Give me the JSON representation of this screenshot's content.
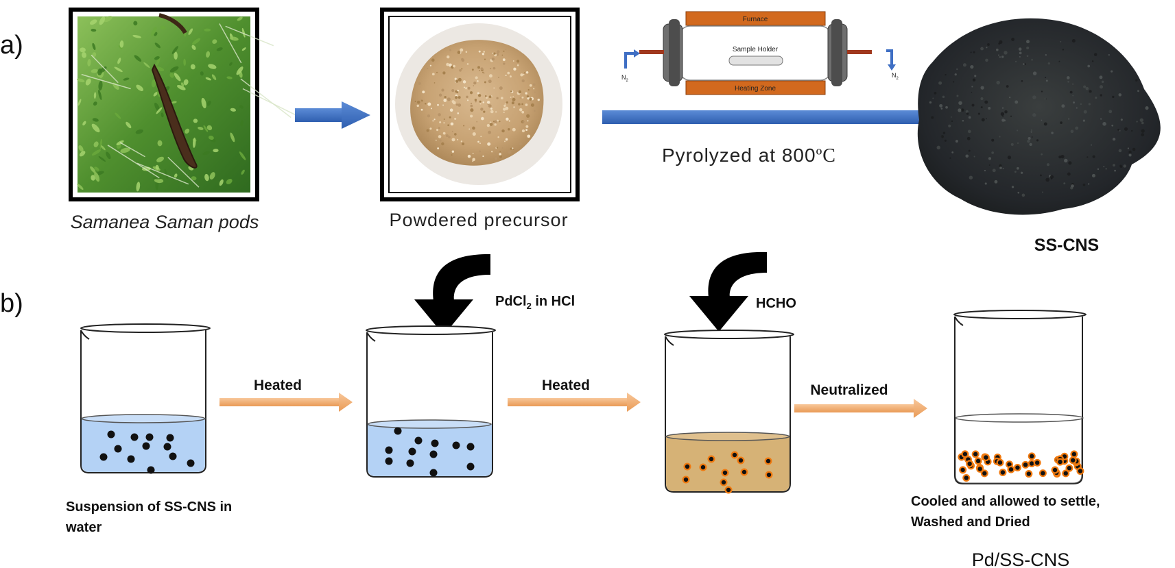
{
  "part_a": {
    "label": "a)",
    "pods_caption": "Samanea Saman pods",
    "powder_caption": "Powdered precursor",
    "furnace": {
      "furnace_label": "Furnace",
      "holder_label": "Sample Holder",
      "zone_label": "Heating Zone",
      "gas_in": "N",
      "gas_out": "N",
      "gas_sub": "2"
    },
    "pyrolysis_prefix": "Pyrolyzed at 800",
    "pyrolysis_unit": "ºC",
    "product": "SS-CNS"
  },
  "part_b": {
    "label": "b)",
    "reagent1_prefix": "PdCl",
    "reagent1_sub": "2",
    "reagent1_suffix": " in HCl",
    "reagent2": "HCHO",
    "step1": "Heated",
    "step2": "Heated",
    "step3": "Neutralized",
    "caption1_line1": "Suspension of SS-CNS in",
    "caption1_line2": "water",
    "caption4_line1": "Cooled and allowed to settle,",
    "caption4_line2": "Washed and Dried",
    "product": "Pd/SS-CNS"
  },
  "colors": {
    "blue_arrow": "#4472c4",
    "orange_arrow": "#f4b183",
    "furnace_orange": "#d2691e",
    "water": "#b4d2f5",
    "brown_solution": "#d6b276",
    "particle": "#111111",
    "pd_ring": "#f07a10",
    "pod_leaf": "#5f9e36",
    "powder": "#c9a77c",
    "carbon": "#2a2d2d"
  }
}
